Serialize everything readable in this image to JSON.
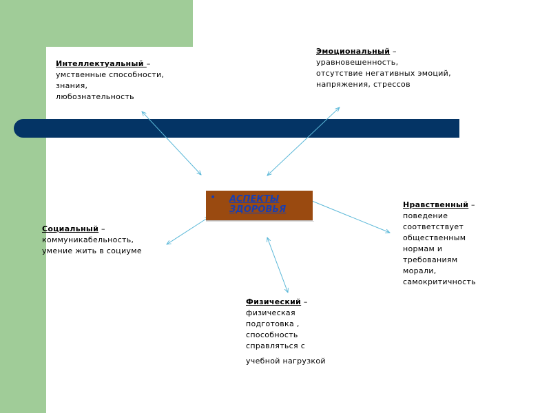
{
  "center": {
    "bullet": "•",
    "lines": [
      "АСПЕКТЫ",
      "ЗДОРОВЬЯ"
    ]
  },
  "aspects": {
    "intellectual": {
      "term": "Интеллектуальный ",
      "dash": "–",
      "lines": [
        "умственные способности,",
        "знания,",
        "любознательность"
      ]
    },
    "emotional": {
      "term": "Эмоциональный",
      "dash": " –",
      "lines": [
        "уравновешенность,",
        "отсутствие негативных эмоций,",
        "напряжения, стрессов"
      ]
    },
    "social": {
      "term": "Социальный",
      "dash": " –",
      "lines": [
        "коммуникабельность,",
        "умение жить в социуме"
      ]
    },
    "moral": {
      "term": "Нравственный",
      "dash": " –",
      "lines": [
        "поведение",
        "соответствует",
        "общественным",
        "нормам и",
        "требованиям",
        "морали,",
        "самокритичность"
      ]
    },
    "physical": {
      "term": "Физический",
      "dash": " –",
      "lines": [
        "физическая",
        "подготовка ,",
        "способность",
        "справляться с"
      ],
      "extra": "учебной  нагрузкой"
    }
  },
  "colors": {
    "accent_green": "#a0cc98",
    "navy": "#043465",
    "center_fill": "#9a4a10",
    "title_blue": "#1a3fb0",
    "arrow": "#5bb8d8"
  }
}
